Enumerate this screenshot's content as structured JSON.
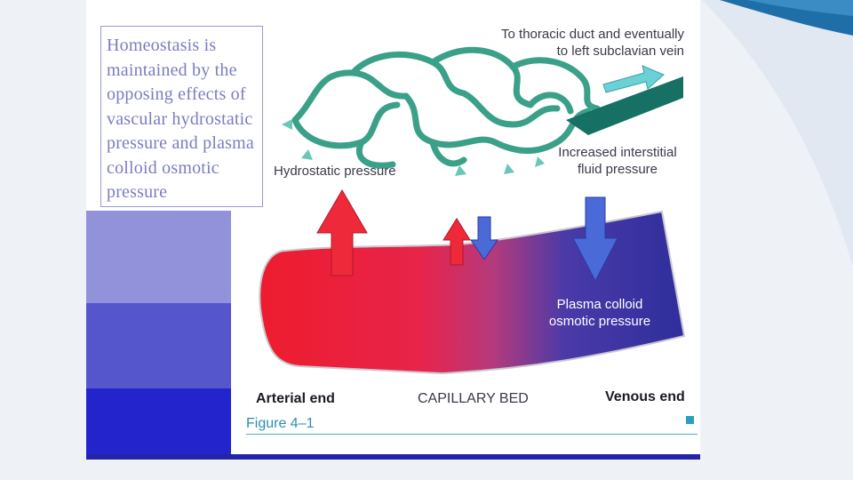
{
  "caption": {
    "lines": [
      "Homeostasis is",
      "maintained by the",
      "opposing effects of",
      "vascular hydrostatic",
      "pressure and plasma",
      "colloid osmotic",
      "pressure"
    ]
  },
  "diagram": {
    "duct_label_line1": "To thoracic duct and eventually",
    "duct_label_line2": "to left subclavian vein",
    "hydrostatic_label": "Hydrostatic pressure",
    "interstitial_label_line1": "Increased interstitial",
    "interstitial_label_line2": "fluid pressure",
    "plasma_label_line1": "Plasma colloid",
    "plasma_label_line2": "osmotic pressure",
    "arterial_label": "Arterial end",
    "capillary_label": "CAPILLARY BED",
    "venous_label": "Venous end",
    "figure_label": "Figure 4–1"
  },
  "colors": {
    "arterial": "#ee1c2e",
    "venous": "#2e2e9c",
    "lymph": "#3aa088",
    "swatches": [
      "#9292da",
      "#5555cc",
      "#2424cc"
    ]
  }
}
